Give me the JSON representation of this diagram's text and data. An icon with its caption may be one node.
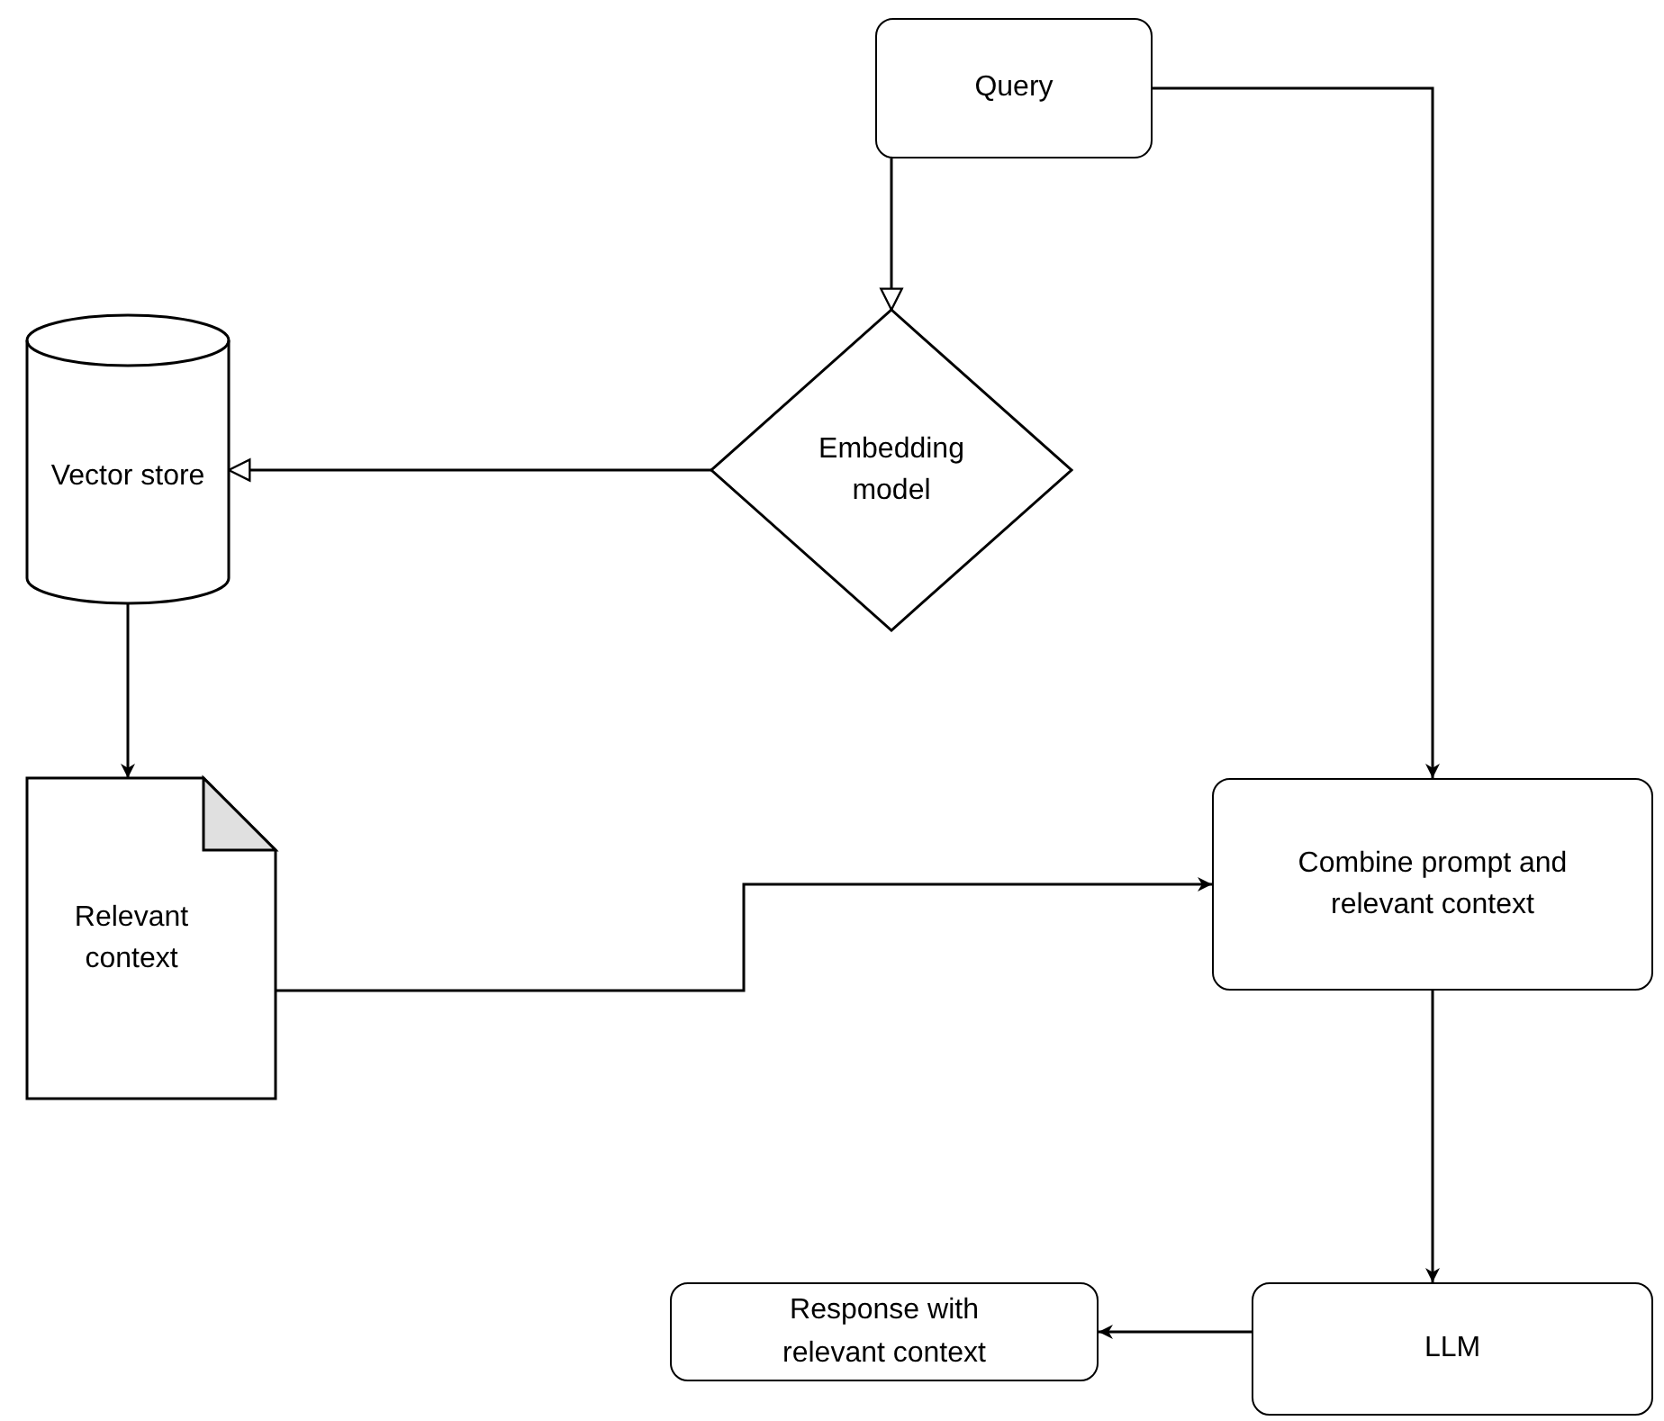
{
  "diagram": {
    "nodes": [
      {
        "text": [
          "Query"
        ]
      },
      {
        "text": [
          "Embedding model"
        ]
      },
      {
        "text": [
          "Vector store"
        ]
      },
      {
        "text": [
          "Relevant context"
        ]
      },
      {
        "text": [
          "Combine prompt and relevant context"
        ]
      },
      {
        "text": [
          "LLM"
        ]
      },
      {
        "text": [
          "Response with relevant context"
        ]
      }
    ],
    "edges": [
      {
        "from": 0,
        "to": 1,
        "arrow": "to"
      },
      {
        "from": 1,
        "to": 2,
        "arrow": "to"
      },
      {
        "from": 2,
        "to": 3,
        "arrow": "to"
      },
      {
        "from": 3,
        "to": 4,
        "arrow": "to"
      },
      {
        "from": 0,
        "to": 4,
        "arrow": "to"
      },
      {
        "from": 4,
        "to": 5,
        "arrow": "to"
      },
      {
        "from": 5,
        "to": 6,
        "arrow": "to"
      }
    ]
  }
}
